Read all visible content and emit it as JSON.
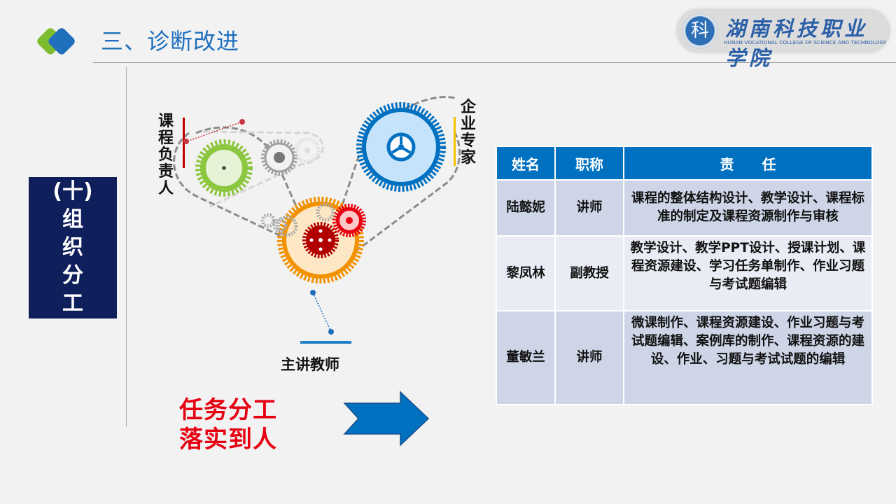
{
  "header": {
    "title": "三、诊断改进"
  },
  "logo": {
    "seal": "科",
    "name_cn": "湖南科技职业学院",
    "name_en": "HUNAN VOCATIONAL COLLEGE OF SCIENCE AND TECHNOLOGY"
  },
  "section": {
    "number": "(十)",
    "chars": [
      "组",
      "织",
      "分",
      "工"
    ]
  },
  "diagram": {
    "roles": {
      "course_lead": "课程负责人",
      "enterprise_expert": "企业专家",
      "lead_teacher": "主讲教师"
    },
    "colors": {
      "course_lead": "#8dc63f",
      "enterprise_expert": "#0070c0",
      "lead_teacher": "#f39200",
      "accent_red": "#e60012"
    }
  },
  "table": {
    "headers": [
      "姓名",
      "职称",
      "责　　任"
    ],
    "rows": [
      {
        "name": "陆懿妮",
        "title": "讲师",
        "duty": "课程的整体结构设计、教学设计、课程标准的制定及课程资源制作与审核"
      },
      {
        "name": "黎凤林",
        "title": "副教授",
        "duty": "教学设计、教学PPT设计、授课计划、课程资源建设、学习任务单制作、作业习题与考试题编辑"
      },
      {
        "name": "董敏兰",
        "title": "讲师",
        "duty": "微课制作、课程资源建设、作业习题与考试题编辑、案例库的制作、课程资源的建设、作业、习题与考试试题的编辑"
      }
    ]
  },
  "slogan": {
    "line1": "任务分工",
    "line2": "落实到人"
  }
}
